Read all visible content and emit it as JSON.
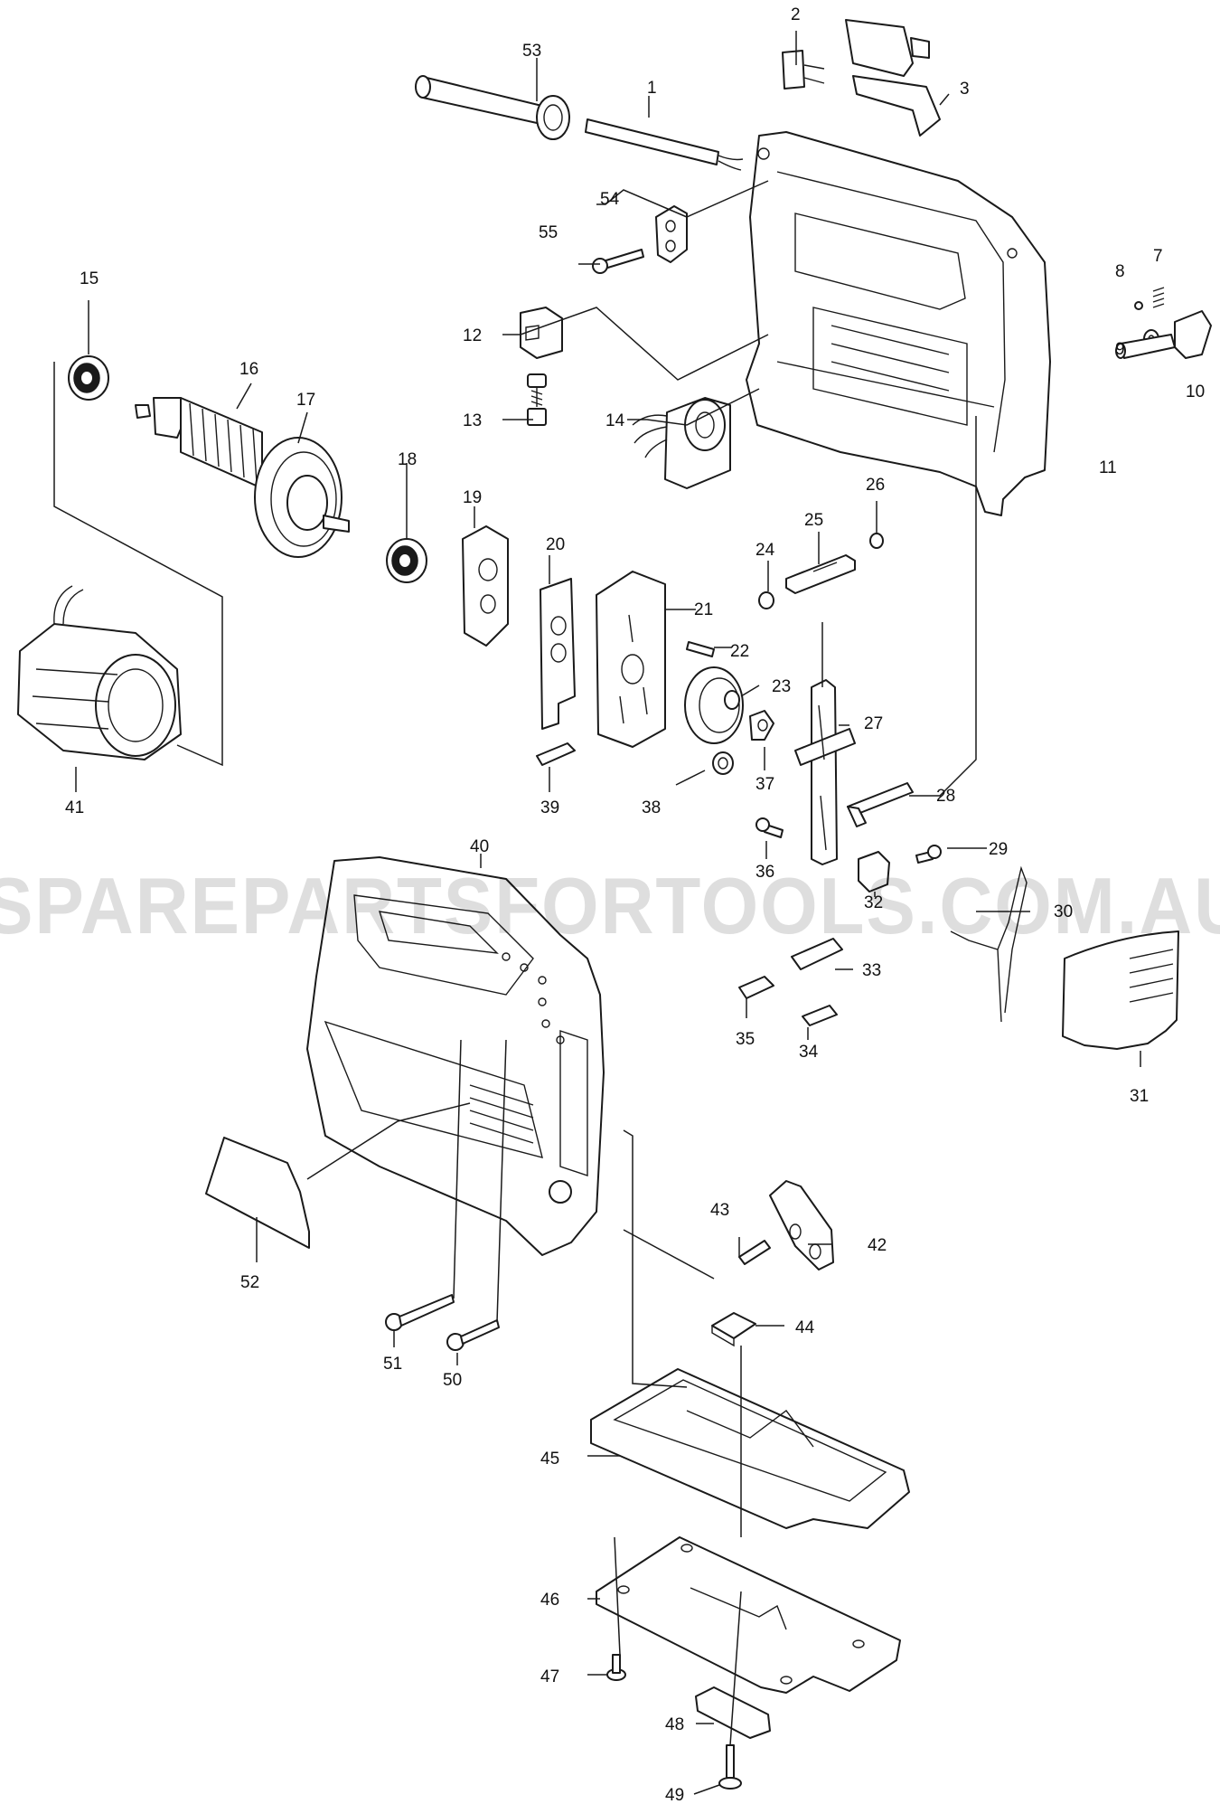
{
  "watermark": "SPAREPARTSFORTOOLS.COM.AU",
  "part_numbers": [
    "1",
    "2",
    "3",
    "7",
    "8",
    "9",
    "10",
    "11",
    "12",
    "13",
    "14",
    "15",
    "16",
    "17",
    "18",
    "19",
    "20",
    "21",
    "22",
    "23",
    "24",
    "25",
    "26",
    "27",
    "28",
    "29",
    "30",
    "31",
    "32",
    "33",
    "34",
    "35",
    "36",
    "37",
    "38",
    "39",
    "40",
    "41",
    "42",
    "43",
    "44",
    "45",
    "46",
    "47",
    "48",
    "49",
    "50",
    "51",
    "52",
    "53",
    "54",
    "55"
  ]
}
